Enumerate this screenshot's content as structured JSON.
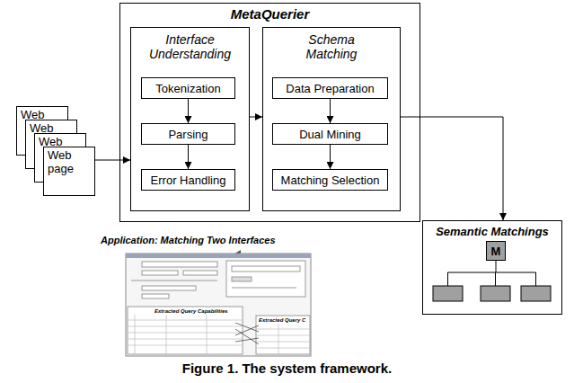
{
  "diagram": {
    "caption": "Figure 1. The system framework.",
    "nodes": [
      {
        "text": [
          "Web"
        ]
      },
      {
        "text": [
          "Web"
        ]
      },
      {
        "text": [
          "Web"
        ]
      },
      {
        "text": [
          "Web page"
        ]
      },
      {
        "text": [
          "MetaQuerier"
        ]
      },
      {
        "text": [
          "Interface Understanding"
        ],
        "in": 4
      },
      {
        "text": [
          "Tokenization"
        ],
        "in": 5
      },
      {
        "text": [
          "Parsing"
        ],
        "in": 5
      },
      {
        "text": [
          "Error Handling"
        ],
        "in": 5
      },
      {
        "text": [
          "Schema Matching"
        ],
        "in": 4
      },
      {
        "text": [
          "Data Preparation"
        ],
        "in": 9
      },
      {
        "text": [
          "Dual Mining"
        ],
        "in": 9
      },
      {
        "text": [
          "Matching Selection"
        ],
        "in": 9
      },
      {
        "text": [
          "Semantic Matchings"
        ]
      },
      {
        "text": [
          "M"
        ],
        "in": 13
      }
    ],
    "edges": [
      {
        "from": 3,
        "to": 5,
        "arrow": "to"
      },
      {
        "from": 6,
        "to": 7,
        "arrow": "to"
      },
      {
        "from": 7,
        "to": 8,
        "arrow": "to"
      },
      {
        "from": 5,
        "to": 9,
        "arrow": "to"
      },
      {
        "from": 10,
        "to": 11,
        "arrow": "to"
      },
      {
        "from": 11,
        "to": 12,
        "arrow": "to"
      },
      {
        "from": 9,
        "to": 13,
        "arrow": "to"
      }
    ],
    "labels": [
      "Application: Matching Two Interfaces",
      "Extracted Query Capabilities",
      "Extracted Query C"
    ]
  }
}
